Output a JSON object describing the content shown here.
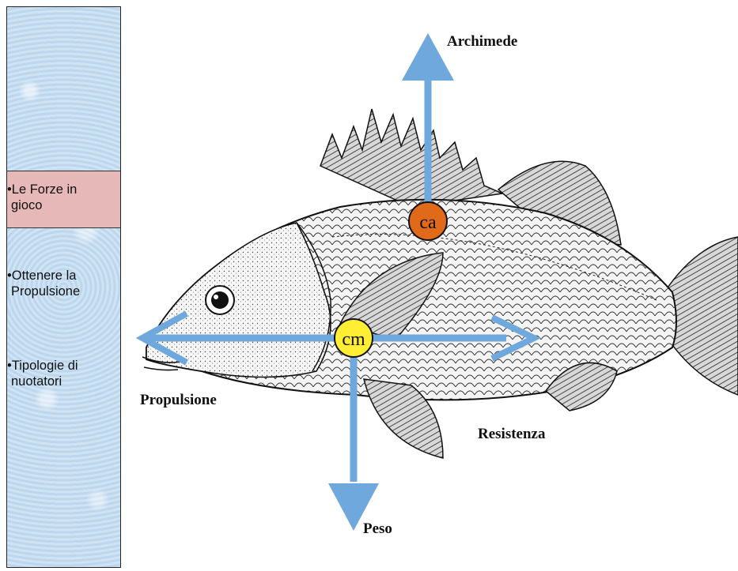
{
  "sidebar": {
    "items": [
      {
        "line1": "•Le Forze in",
        "line2": "gioco",
        "active": true
      },
      {
        "line1": "•Ottenere la",
        "line2": "Propulsione",
        "active": false
      },
      {
        "line1": "•Tipologie di",
        "line2": "nuotatori",
        "active": false
      }
    ]
  },
  "diagram": {
    "labels": {
      "up": "Archimede",
      "left": "Propulsione",
      "right": "Resistenza",
      "down": "Peso"
    },
    "points": {
      "buoyancy_center": "ca",
      "mass_center": "cm"
    }
  },
  "colors": {
    "arrow": "#6fa8dc",
    "ca_fill": "#e06a1a",
    "cm_fill": "#ffee33",
    "active_item": "#e6b8b7"
  }
}
